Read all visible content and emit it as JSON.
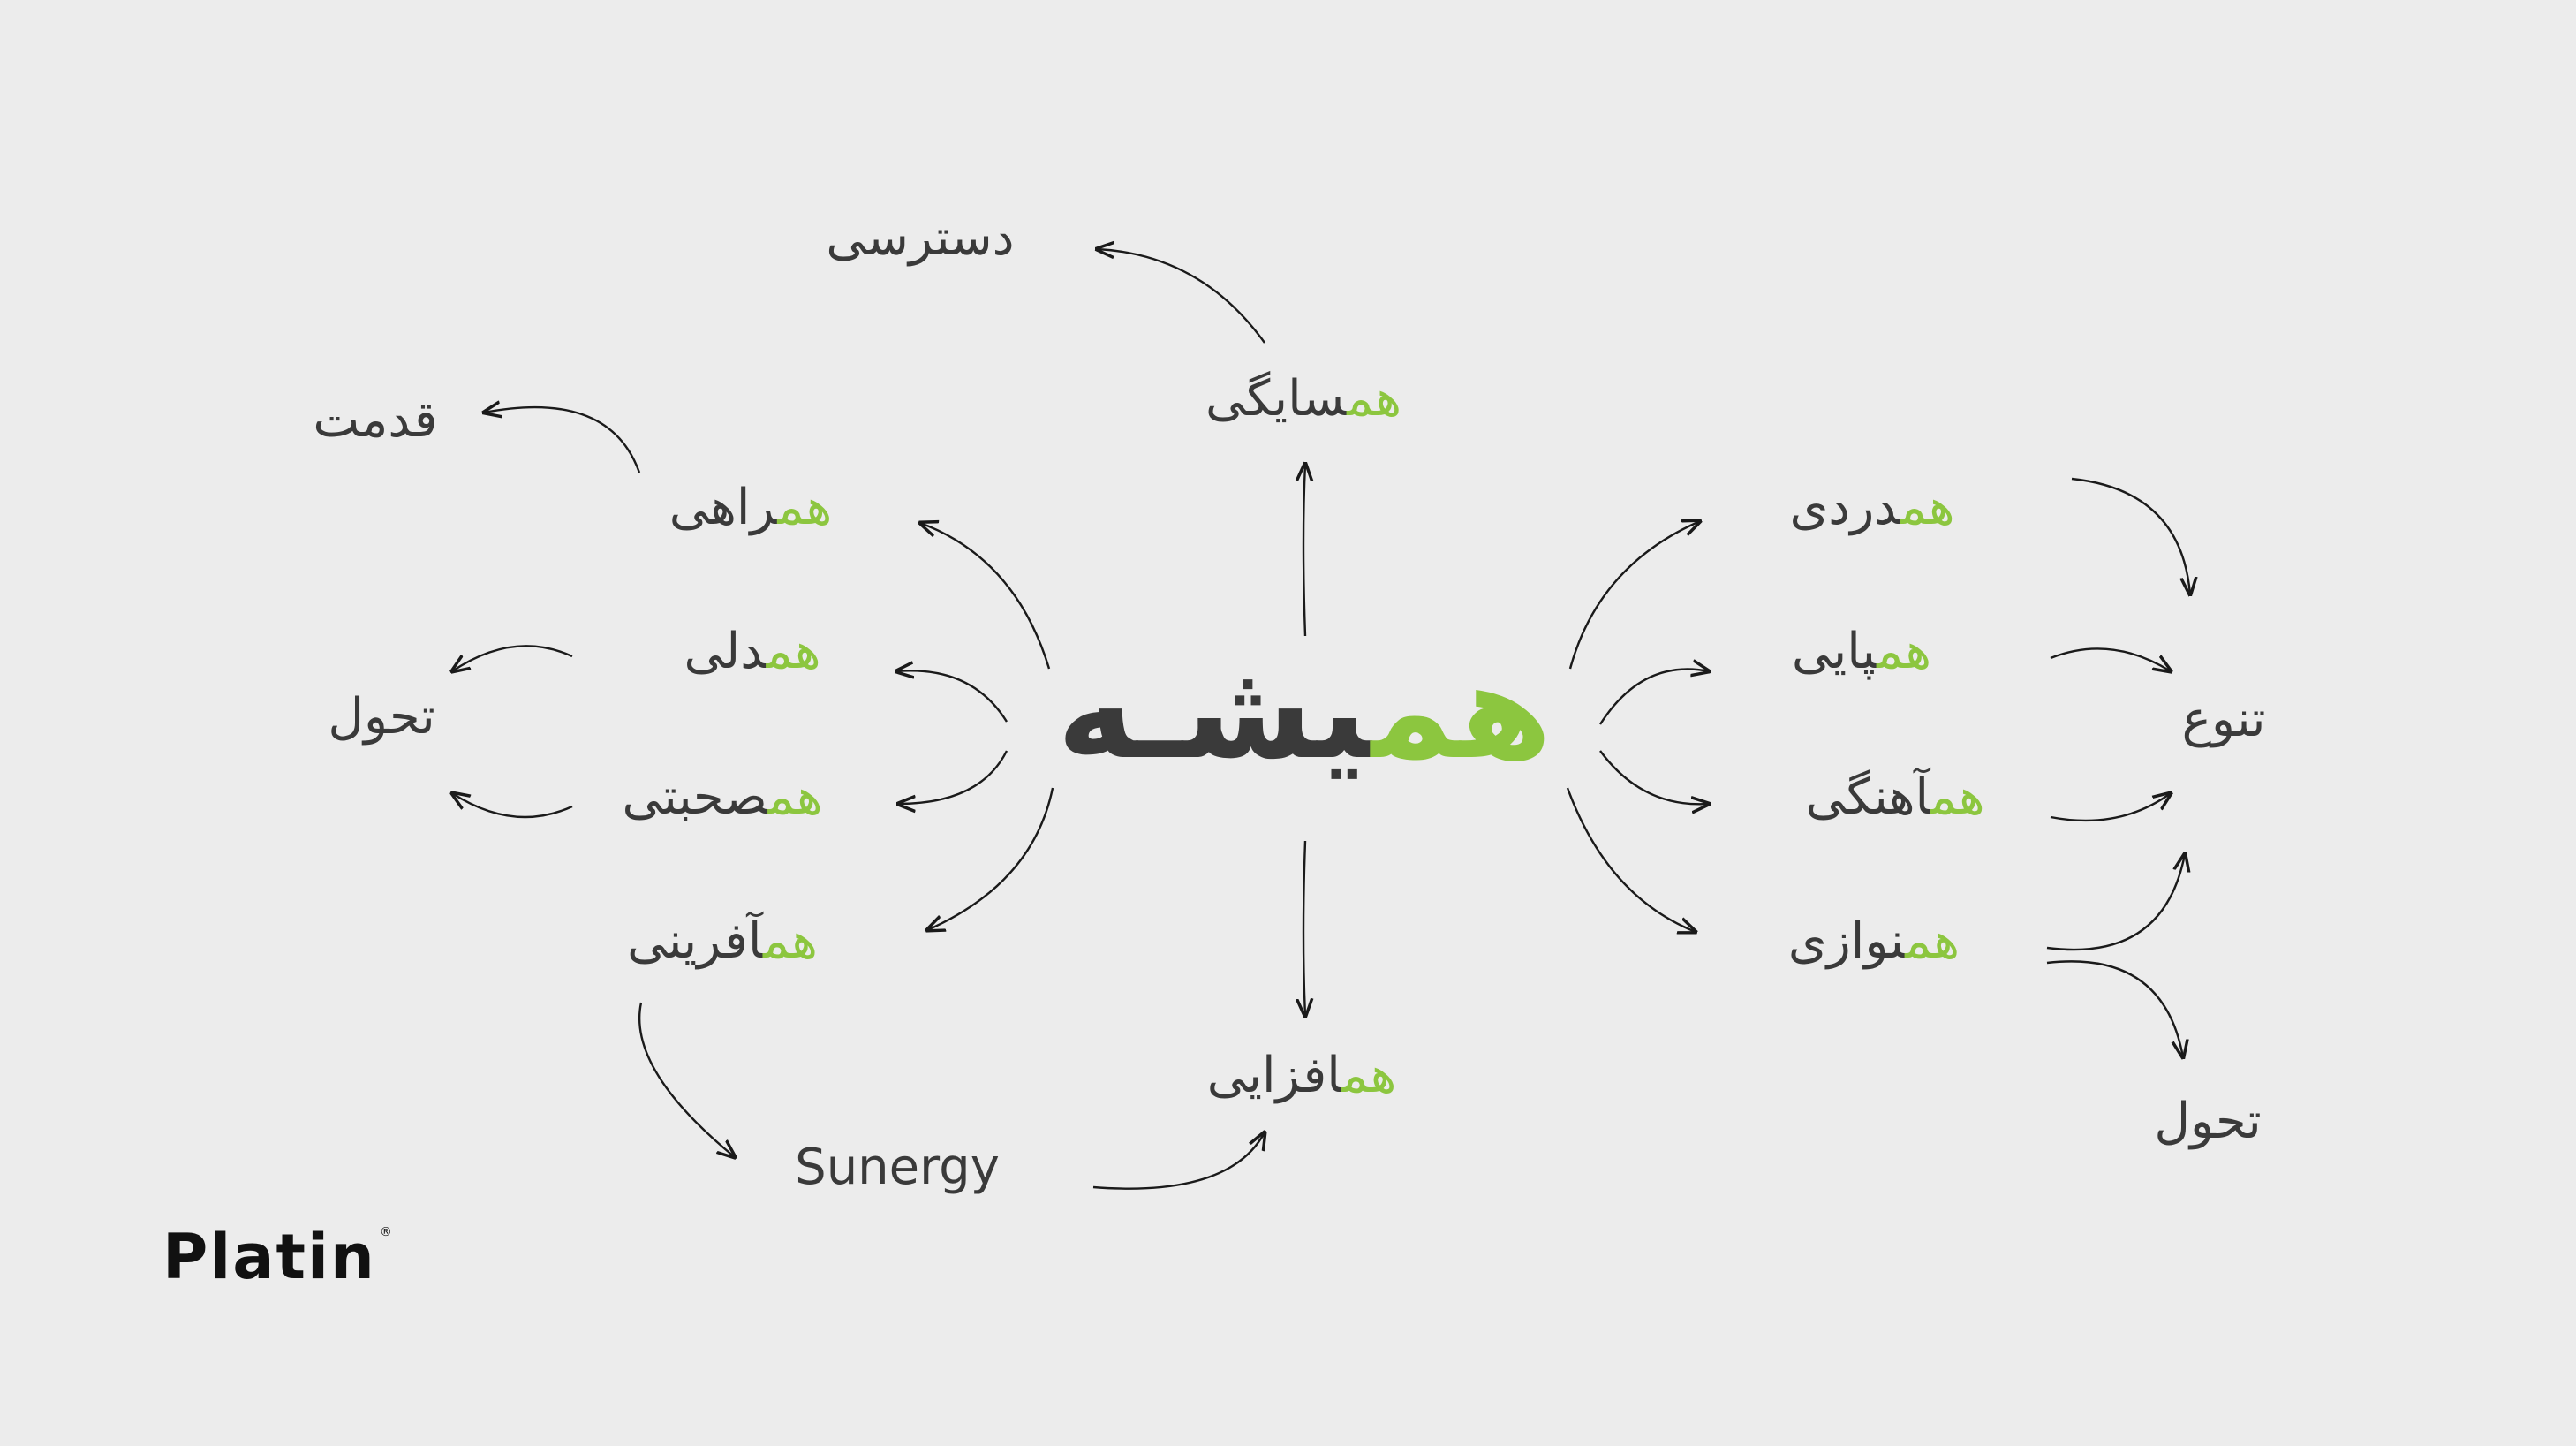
{
  "center": {
    "prefix": "هم",
    "rest": "یشـه"
  },
  "terms": [
    {
      "id": "hamsayegi",
      "prefix": "هم",
      "rest": "سایگی"
    },
    {
      "id": "hamrahi",
      "prefix": "هم",
      "rest": "راهی"
    },
    {
      "id": "hamdeli",
      "prefix": "هم",
      "rest": "دلی"
    },
    {
      "id": "hamsohbati",
      "prefix": "هم",
      "rest": "صحبتی"
    },
    {
      "id": "hamafarini",
      "prefix": "هم",
      "rest": "آفرینی"
    },
    {
      "id": "hamafzayi",
      "prefix": "هم",
      "rest": "افزایی"
    },
    {
      "id": "hamdardi",
      "prefix": "هم",
      "rest": "دردی"
    },
    {
      "id": "hampayi",
      "prefix": "هم",
      "rest": "پایی"
    },
    {
      "id": "hamahangi",
      "prefix": "هم",
      "rest": "آهنگی"
    },
    {
      "id": "hamnavazi",
      "prefix": "هم",
      "rest": "نوازی"
    }
  ],
  "outcomes": {
    "dastresi": "دسترسی",
    "ghedmat": "قدمت",
    "tahavol_left": "تحول",
    "synergy": "Sunergy",
    "tanavo": "تنوع",
    "tahavol_right": "تحول"
  },
  "logo": {
    "name": "Platin",
    "mark": "®"
  },
  "colors": {
    "background": "#ececec",
    "accent": "#8cc63f",
    "text": "#3a3a3a"
  }
}
